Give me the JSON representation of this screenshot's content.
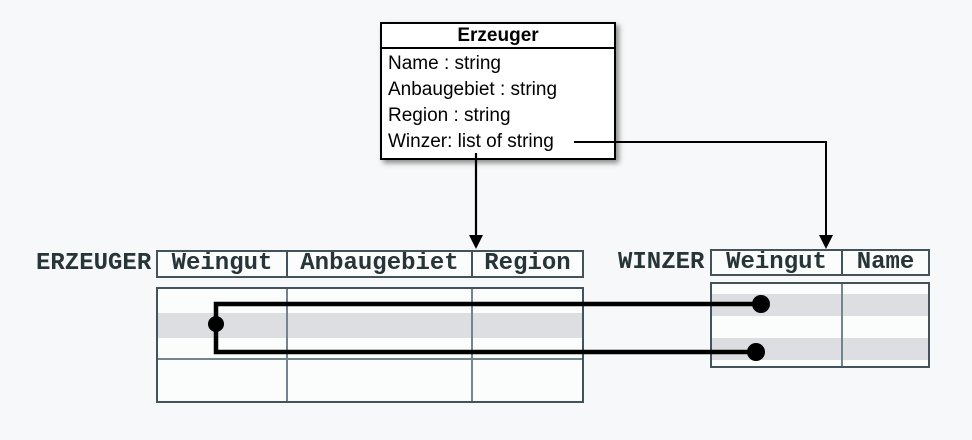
{
  "diagram": {
    "class_box": {
      "title": "Erzeuger",
      "attributes": [
        "Name : string",
        "Anbaugebiet : string",
        "Region : string",
        "Winzer: list of string"
      ]
    },
    "erzeuger_table": {
      "label": "ERZEUGER",
      "columns": [
        "Weingut",
        "Anbaugebiet",
        "Region"
      ],
      "body_rows": 4,
      "highlighted_row_index": 2,
      "cells_empty": true
    },
    "winzer_table": {
      "label": "WINZER",
      "columns": [
        "Weingut",
        "Name"
      ],
      "body_rows": 5,
      "highlighted_row_indexes": [
        2,
        4
      ],
      "cells_empty": true
    },
    "connectors": {
      "class_to_erzeuger": "arrow-down",
      "winzer_attr_to_winzer_table": "arrow-down",
      "row_link": "erzeuger-row to two winzer-rows with dots"
    },
    "colors": {
      "background": "#f7f8f9",
      "table_border": "#44535a",
      "grid_line": "#74848b",
      "header_text": "#273438",
      "row_highlight": "#dcdee2",
      "connector": "#000000",
      "box_border": "#000000",
      "box_bg": "#ffffff"
    }
  }
}
